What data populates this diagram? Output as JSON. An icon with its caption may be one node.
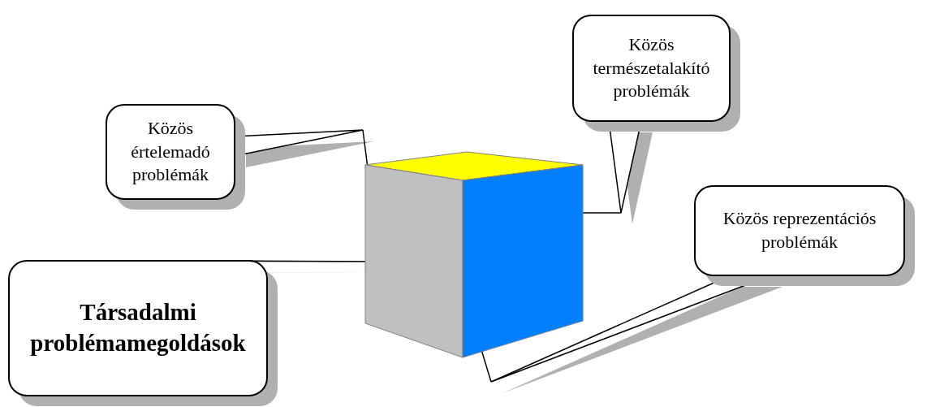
{
  "diagram": {
    "nodes": [
      {
        "text": [
          "Közös értelemadó problémák"
        ]
      },
      {
        "text": [
          "Közös természetalakító problémák"
        ]
      },
      {
        "text": [
          "Közös reprezentációs problémák"
        ]
      },
      {
        "text": [
          "Társadalmi problémamegoldások"
        ]
      },
      {
        "text": [],
        "shape": "parallelogram"
      },
      {
        "text": [],
        "shape": "parallelogram"
      },
      {
        "text": [],
        "shape": "parallelogram"
      }
    ],
    "edges": [
      {
        "from": 0,
        "to": 4,
        "arrow": "none"
      },
      {
        "from": 1,
        "to": 6,
        "arrow": "none"
      },
      {
        "from": 2,
        "to": 6,
        "arrow": "none"
      },
      {
        "from": 3,
        "to": 5,
        "arrow": "none"
      }
    ]
  }
}
